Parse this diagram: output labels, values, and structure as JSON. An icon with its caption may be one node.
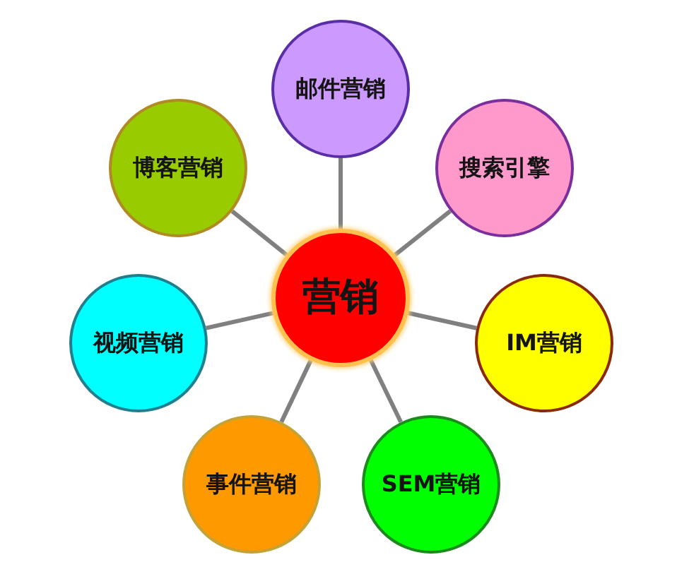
{
  "diagram": {
    "nodes": [
      {
        "text": [
          "邮件营销"
        ]
      },
      {
        "text": [
          "博客营销"
        ]
      },
      {
        "text": [
          "搜索引擎"
        ]
      },
      {
        "text": [
          "营销"
        ]
      },
      {
        "text": [
          "视频营销"
        ]
      },
      {
        "text": [
          "IM营销"
        ]
      },
      {
        "text": [
          "事件营销"
        ]
      },
      {
        "text": [
          "SEM营销"
        ]
      }
    ],
    "edges": [
      {
        "from": 3,
        "to": 0,
        "arrow": "none"
      },
      {
        "from": 3,
        "to": 1,
        "arrow": "none"
      },
      {
        "from": 3,
        "to": 2,
        "arrow": "none"
      },
      {
        "from": 3,
        "to": 4,
        "arrow": "none"
      },
      {
        "from": 3,
        "to": 5,
        "arrow": "none"
      },
      {
        "from": 3,
        "to": 6,
        "arrow": "none"
      },
      {
        "from": 3,
        "to": 7,
        "arrow": "none"
      }
    ]
  }
}
